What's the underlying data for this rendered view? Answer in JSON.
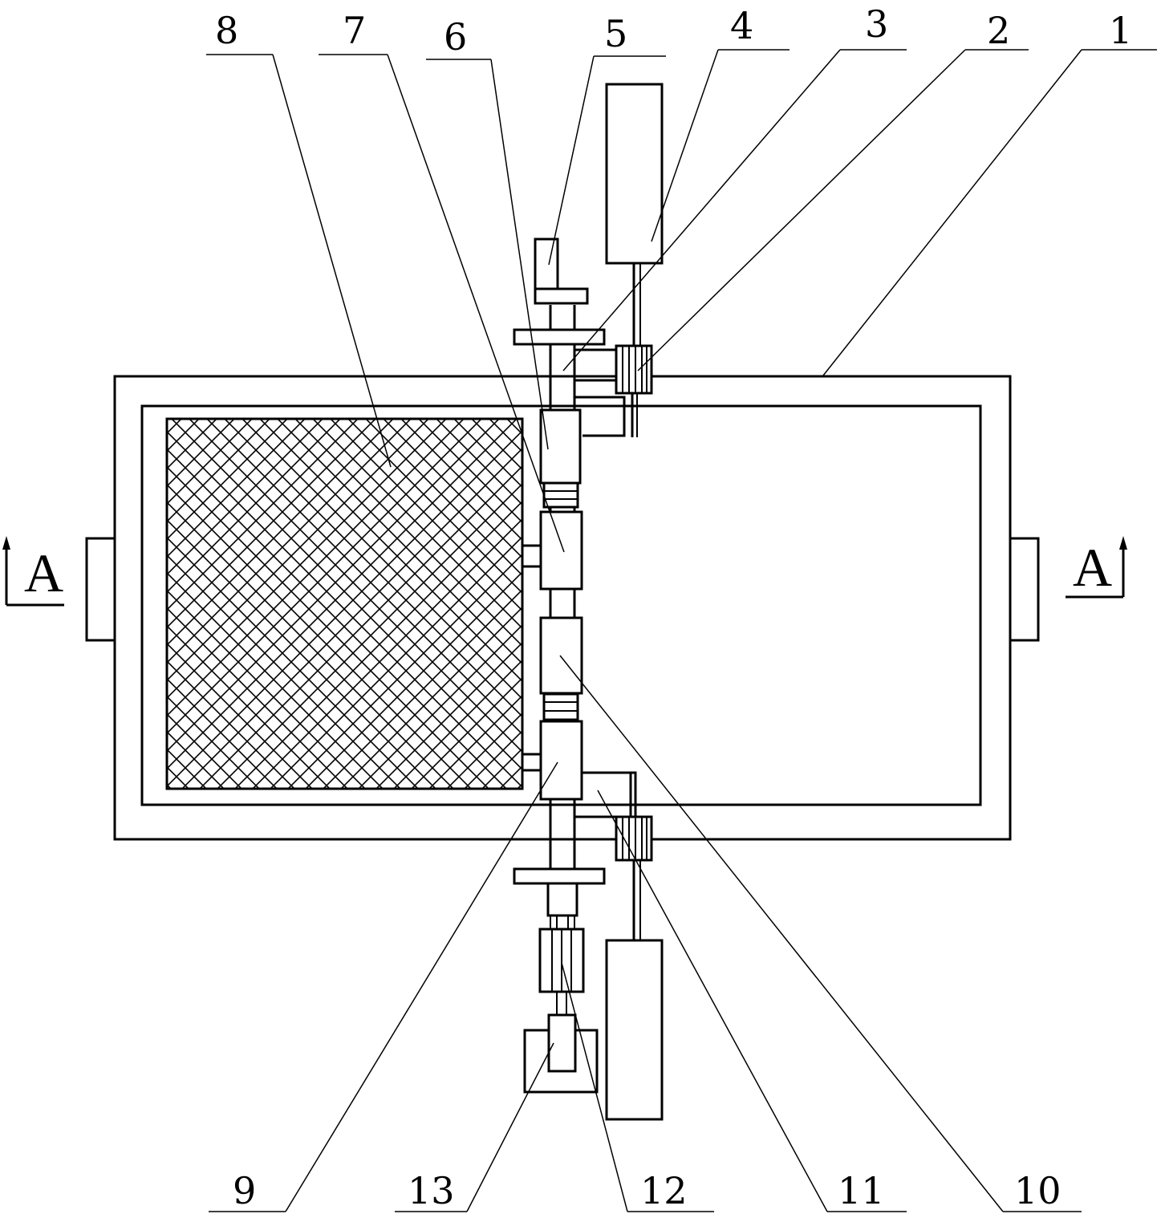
{
  "labels": {
    "l1": "1",
    "l2": "2",
    "l3": "3",
    "l4": "4",
    "l5": "5",
    "l6": "6",
    "l7": "7",
    "l8": "8",
    "l9": "9",
    "l10": "10",
    "l11": "11",
    "l12": "12",
    "l13": "13"
  },
  "section_marks": {
    "left": "A",
    "right": "A"
  }
}
